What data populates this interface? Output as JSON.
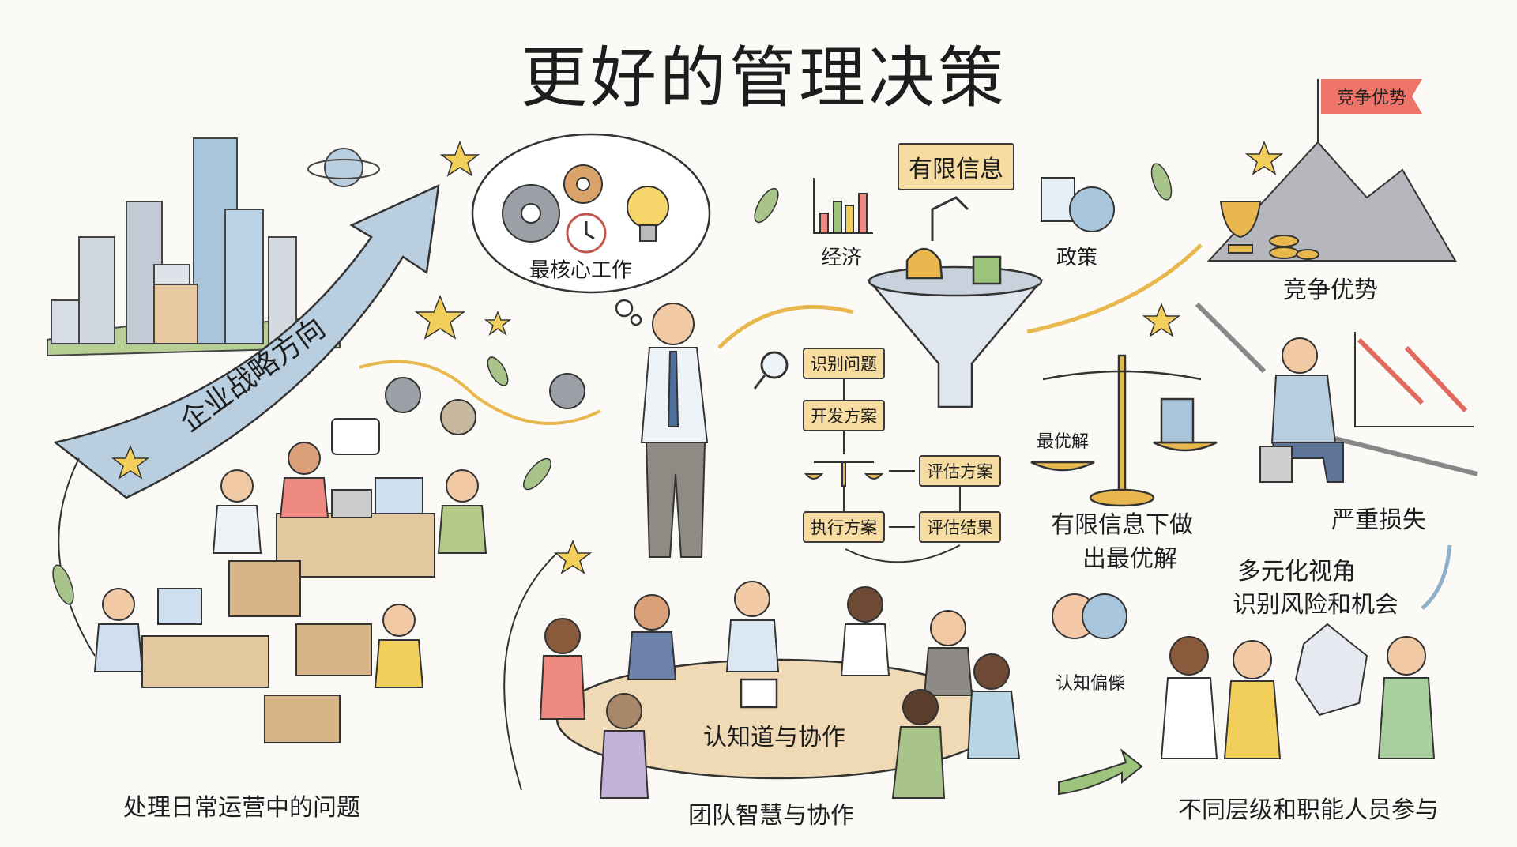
{
  "title": "更好的管理决策",
  "strategy": {
    "arrow_label": "企业战略方向"
  },
  "thought_cloud": {
    "label": "最核心工作"
  },
  "limited_info": {
    "header": "有限信息",
    "left_input": "经济",
    "right_input": "政策"
  },
  "process_flow": {
    "steps": [
      "识别问题",
      "开发方案",
      "评估方案",
      "执行方案",
      "评估结果"
    ]
  },
  "balance": {
    "pan_label": "最优解",
    "caption_line1": "有限信息下做",
    "caption_line2": "出最优解"
  },
  "competitive": {
    "flag_text": "竞争优势",
    "caption": "竞争优势"
  },
  "loss": {
    "caption": "严重损失"
  },
  "perspective": {
    "line1": "多元化视角",
    "line2": "识别风险和机会"
  },
  "cognitive_bias": {
    "label": "认知偏偨"
  },
  "team": {
    "table_label": "认知道与协作",
    "caption": "团队智慧与协作"
  },
  "operations": {
    "caption": "处理日常运营中的问题"
  },
  "participation": {
    "caption": "不同层级和职能人员参与"
  },
  "colors": {
    "arrow": "#b9cfe0",
    "label_box": "#f7dca2",
    "flag": "#ee7468",
    "gold": "#e8b84e",
    "leaf": "#93b46a"
  }
}
